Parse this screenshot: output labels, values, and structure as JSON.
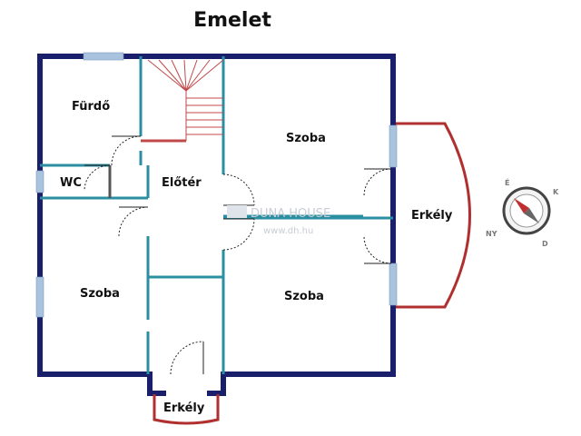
{
  "title": "Emelet",
  "rooms": {
    "furdo": "Fürdő",
    "wc": "WC",
    "eloter": "Előtér",
    "szoba_top_right": "Szoba",
    "szoba_left": "Szoba",
    "szoba_bottom_right": "Szoba",
    "erkely_right": "Erkély",
    "erkely_bottom": "Erkély"
  },
  "watermark": {
    "brand": "DUNA HOUSE",
    "url": "www.dh.hu"
  },
  "compass": {
    "n": "É",
    "e": "K",
    "s": "D",
    "w": "NY"
  },
  "colors": {
    "outer_wall": "#1a1f6b",
    "inner_wall": "#2a8fa0",
    "balcony": "#b03030",
    "window": "#a9c3de",
    "stairs": "#c04848"
  }
}
